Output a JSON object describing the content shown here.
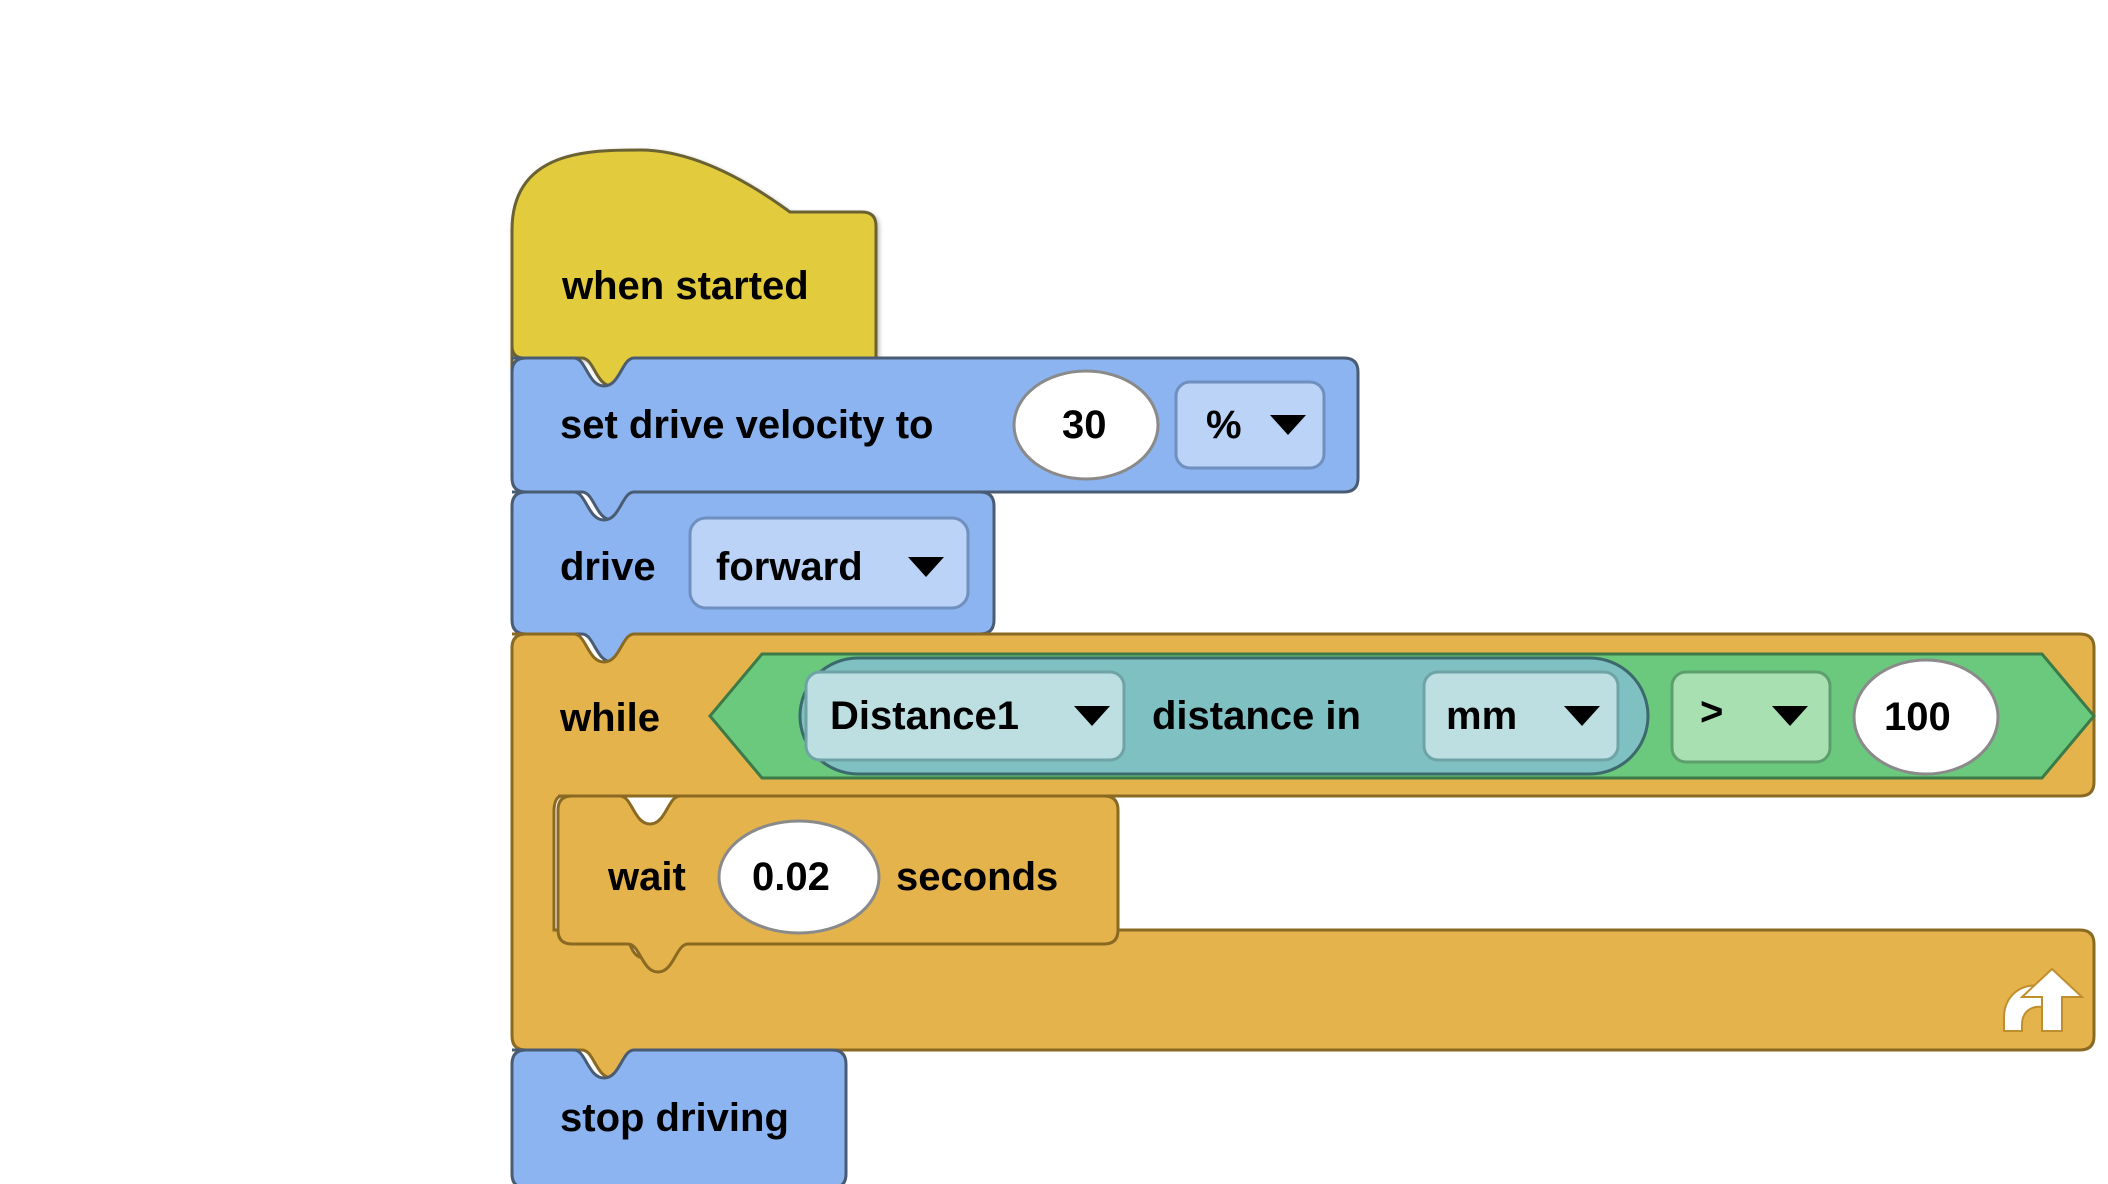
{
  "workspace": {
    "name": "vexcode-vr-block-workspace",
    "background_color": "#ffffff"
  },
  "palette": {
    "hat_yellow": "#E2CC3C",
    "hat_yellow_stroke": "#6B6233",
    "motion_blue": "#8BB4F0",
    "motion_blue_stroke": "#4A5C73",
    "motion_blue_field": "#BBD3F7",
    "control_orange": "#E5B34B",
    "control_orange_stroke": "#8A6A22",
    "operator_green": "#6BC97E",
    "operator_green_stroke": "#3C7A47",
    "operator_green_field": "#A9E0B2",
    "sensing_teal": "#7FC0C3",
    "sensing_teal_stroke": "#3C6A6C",
    "sensing_teal_field": "#BEDFE2",
    "oval_white": "#FFFFFF",
    "oval_white_stroke": "#8A8A8A",
    "loop_arrow_white": "#FFFFFF",
    "text_black": "#000000"
  },
  "script": {
    "name": "distance-sensor-drive-script",
    "blocks": [
      {
        "id": "when-started",
        "type": "hat",
        "category": "events",
        "label": "when started"
      },
      {
        "id": "set-drive-velocity",
        "type": "stack",
        "category": "drivetrain",
        "label": "set drive velocity to",
        "inputs": [
          {
            "kind": "number-oval",
            "name": "velocity-value",
            "value": "30"
          },
          {
            "kind": "dropdown",
            "name": "velocity-units",
            "value": "%",
            "icon": "chevron-down-icon"
          }
        ]
      },
      {
        "id": "drive",
        "type": "stack",
        "category": "drivetrain",
        "label": "drive",
        "inputs": [
          {
            "kind": "dropdown",
            "name": "drive-direction",
            "value": "forward",
            "icon": "chevron-down-icon"
          }
        ]
      },
      {
        "id": "while-loop",
        "type": "c-block",
        "category": "control",
        "label": "while",
        "loop_icon": "loop-arrow-icon",
        "condition": {
          "id": "greater-than-operator",
          "category": "operators",
          "operator": ">",
          "operator_icon": "chevron-down-icon",
          "right_value": "100",
          "left_operand": {
            "id": "distance-sensor-reporter",
            "category": "sensing",
            "sensor": "Distance1",
            "sensor_icon": "chevron-down-icon",
            "label": "distance in",
            "units": "mm",
            "units_icon": "chevron-down-icon"
          }
        },
        "body": [
          {
            "id": "wait",
            "type": "stack",
            "category": "control",
            "label_before": "wait",
            "value": "0.02",
            "label_after": "seconds"
          }
        ]
      },
      {
        "id": "stop-driving",
        "type": "stack",
        "category": "drivetrain",
        "label": "stop driving"
      }
    ]
  },
  "text": {
    "when_started": "when started",
    "set_drive_velocity_to": "set drive velocity to",
    "velocity_value": "30",
    "velocity_units": "%",
    "drive": "drive",
    "drive_direction": "forward",
    "while": "while",
    "sensor_name": "Distance1",
    "distance_in": "distance in",
    "distance_units": "mm",
    "comparison_operator": ">",
    "comparison_value": "100",
    "wait": "wait",
    "wait_value": "0.02",
    "seconds": "seconds",
    "stop_driving": "stop driving"
  }
}
